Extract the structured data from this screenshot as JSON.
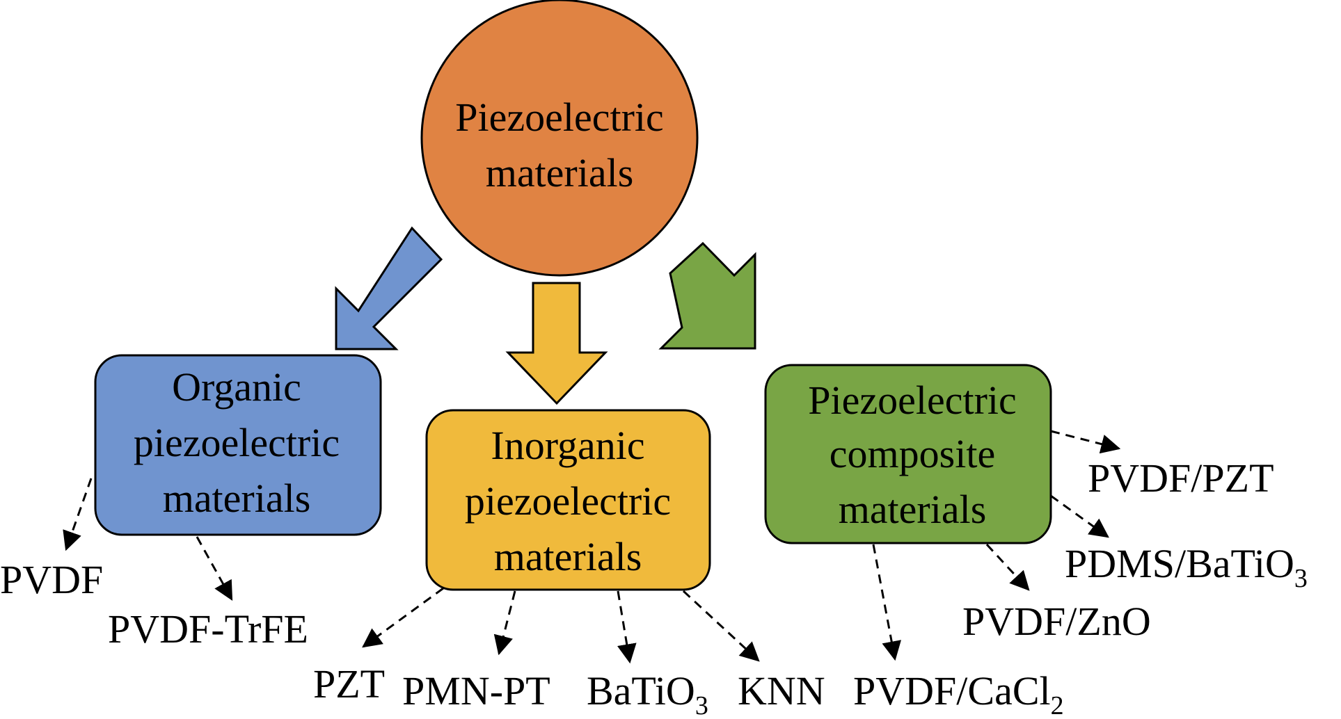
{
  "root": {
    "line1": "Piezoelectric",
    "line2": "materials",
    "color": "#E08343"
  },
  "categories": {
    "organic": {
      "lines": [
        "Organic",
        "piezoelectric",
        "materials"
      ],
      "color": "#7094CF",
      "examples": [
        "PVDF",
        "PVDF-TrFE"
      ]
    },
    "inorganic": {
      "lines": [
        "Inorganic",
        "piezoelectric",
        "materials"
      ],
      "color": "#F0BA3C",
      "examples": [
        "PZT",
        "PMN-PT",
        "BaTiO",
        "KNN"
      ],
      "batio_sub": "3"
    },
    "composite": {
      "lines": [
        "Piezoelectric",
        "composite",
        "materials"
      ],
      "color": "#79A545",
      "examples": [
        "PVDF/PZT",
        "PDMS/BaTiO",
        "PVDF/ZnO",
        "PVDF/CaCl"
      ],
      "pdms_sub": "3",
      "cacl_sub": "2"
    }
  },
  "colors": {
    "outline": "#000000",
    "text": "#000000"
  }
}
